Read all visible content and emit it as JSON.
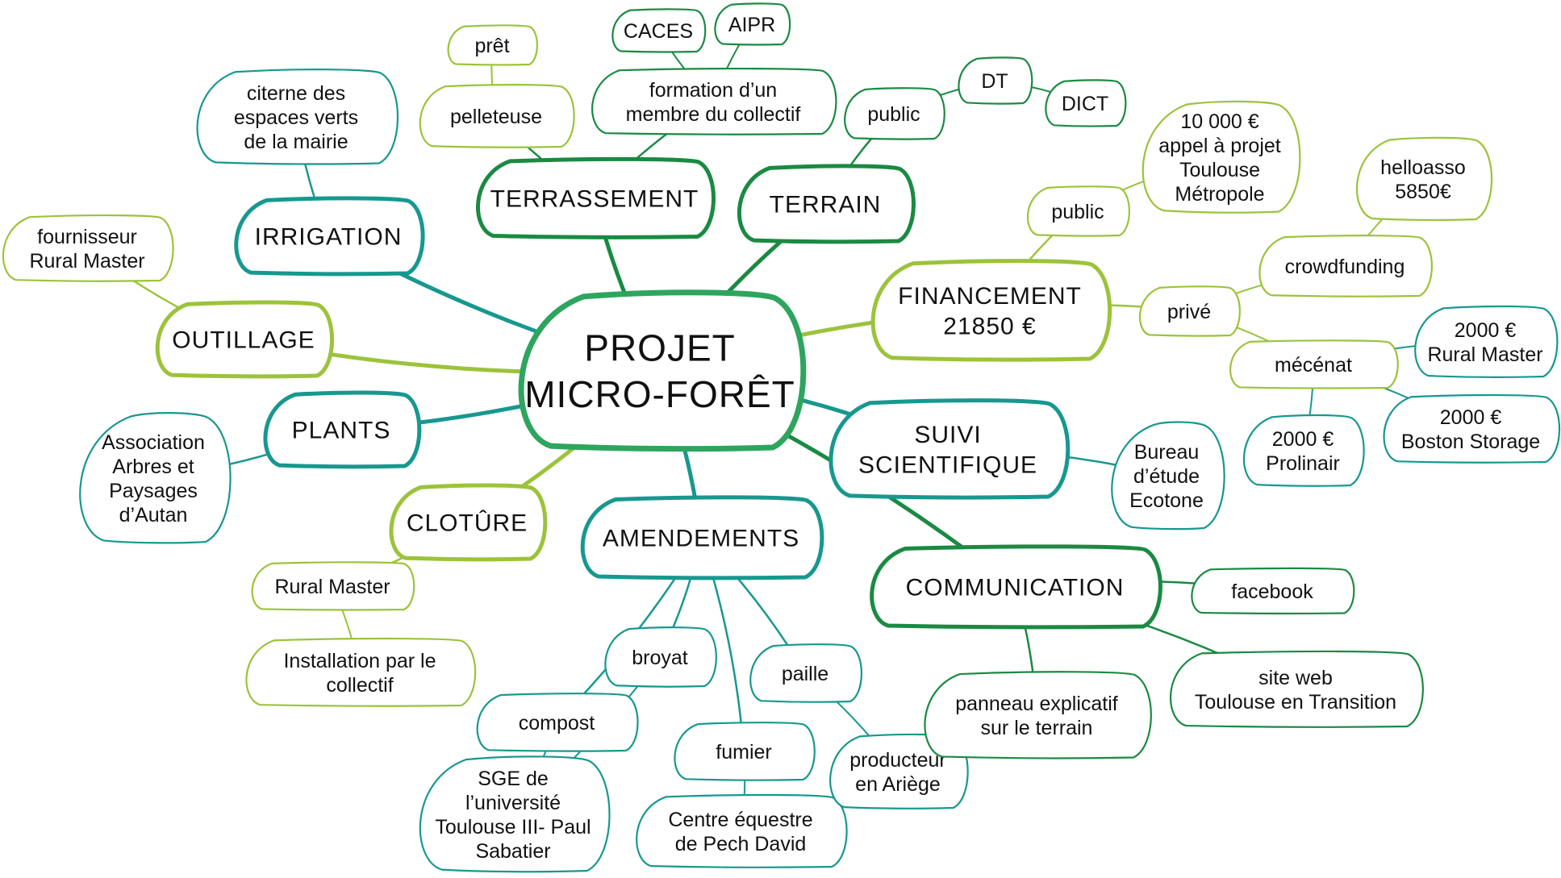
{
  "colors": {
    "green": "#1a8a42",
    "center": "#2ea55e",
    "teal": "#17988f",
    "lime": "#9bc33b"
  },
  "center": {
    "label": [
      "PROJET",
      "MICRO-FORÊT"
    ]
  },
  "branches": [
    {
      "id": "terrassement",
      "label": [
        "TERRASSEMENT"
      ],
      "color": "green"
    },
    {
      "id": "terrain",
      "label": [
        "TERRAIN"
      ],
      "color": "green"
    },
    {
      "id": "irrigation",
      "label": [
        "IRRIGATION"
      ],
      "color": "teal"
    },
    {
      "id": "outillage",
      "label": [
        "OUTILLAGE"
      ],
      "color": "lime"
    },
    {
      "id": "plants",
      "label": [
        "PLANTS"
      ],
      "color": "teal"
    },
    {
      "id": "cloture",
      "label": [
        "CLOTÛRE"
      ],
      "color": "lime"
    },
    {
      "id": "amendements",
      "label": [
        "AMENDEMENTS"
      ],
      "color": "teal"
    },
    {
      "id": "financement",
      "label": [
        "FINANCEMENT",
        "21850 €"
      ],
      "color": "lime"
    },
    {
      "id": "suivi",
      "label": [
        "SUIVI",
        "SCIENTIFIQUE"
      ],
      "color": "teal"
    },
    {
      "id": "communication",
      "label": [
        "COMMUNICATION"
      ],
      "color": "green"
    }
  ],
  "leaves": [
    {
      "id": "pret",
      "label": [
        "prêt"
      ]
    },
    {
      "id": "pelleteuse",
      "label": [
        "pelleteuse"
      ]
    },
    {
      "id": "caces",
      "label": [
        "CACES"
      ]
    },
    {
      "id": "aipr",
      "label": [
        "AIPR"
      ]
    },
    {
      "id": "formation",
      "label": [
        "formation d’un",
        "membre du collectif"
      ]
    },
    {
      "id": "public_terrain",
      "label": [
        "public"
      ]
    },
    {
      "id": "dt",
      "label": [
        "DT"
      ]
    },
    {
      "id": "dict",
      "label": [
        "DICT"
      ]
    },
    {
      "id": "citerne",
      "label": [
        "citerne des",
        "espaces verts",
        "de la mairie"
      ]
    },
    {
      "id": "fournisseur",
      "label": [
        "fournisseur",
        "Rural Master"
      ]
    },
    {
      "id": "association",
      "label": [
        "Association",
        "Arbres et",
        "Paysages",
        "d’Autan"
      ]
    },
    {
      "id": "rural_master_cloture",
      "label": [
        "Rural Master"
      ]
    },
    {
      "id": "installation",
      "label": [
        "Installation par le",
        "collectif"
      ]
    },
    {
      "id": "compost",
      "label": [
        "compost"
      ]
    },
    {
      "id": "broyat",
      "label": [
        "broyat"
      ]
    },
    {
      "id": "sge",
      "label": [
        "SGE de",
        "l’université",
        "Toulouse III- Paul",
        "Sabatier"
      ]
    },
    {
      "id": "fumier",
      "label": [
        "fumier"
      ]
    },
    {
      "id": "centre_equestre",
      "label": [
        "Centre équestre",
        "de Pech David"
      ]
    },
    {
      "id": "paille",
      "label": [
        "paille"
      ]
    },
    {
      "id": "producteur",
      "label": [
        "producteur",
        "en Ariège"
      ]
    },
    {
      "id": "public_fin",
      "label": [
        "public"
      ]
    },
    {
      "id": "appel_projet",
      "label": [
        "10 000 €",
        "appel à projet",
        "Toulouse",
        "Métropole"
      ]
    },
    {
      "id": "prive",
      "label": [
        "privé"
      ]
    },
    {
      "id": "crowdfunding",
      "label": [
        "crowdfunding"
      ]
    },
    {
      "id": "helloasso",
      "label": [
        "helloasso",
        "5850€"
      ]
    },
    {
      "id": "mecenat",
      "label": [
        "mécénat"
      ]
    },
    {
      "id": "rm2000",
      "label": [
        "2000 €",
        "Rural Master"
      ]
    },
    {
      "id": "bs2000",
      "label": [
        "2000 €",
        "Boston Storage"
      ]
    },
    {
      "id": "pr2000",
      "label": [
        "2000 €",
        "Prolinair"
      ]
    },
    {
      "id": "bureau",
      "label": [
        "Bureau",
        "d’étude",
        "Ecotone"
      ]
    },
    {
      "id": "facebook",
      "label": [
        "facebook"
      ]
    },
    {
      "id": "siteweb",
      "label": [
        "site web",
        "Toulouse en Transition"
      ]
    },
    {
      "id": "panneau",
      "label": [
        "panneau explicatif",
        "sur le terrain"
      ]
    }
  ]
}
